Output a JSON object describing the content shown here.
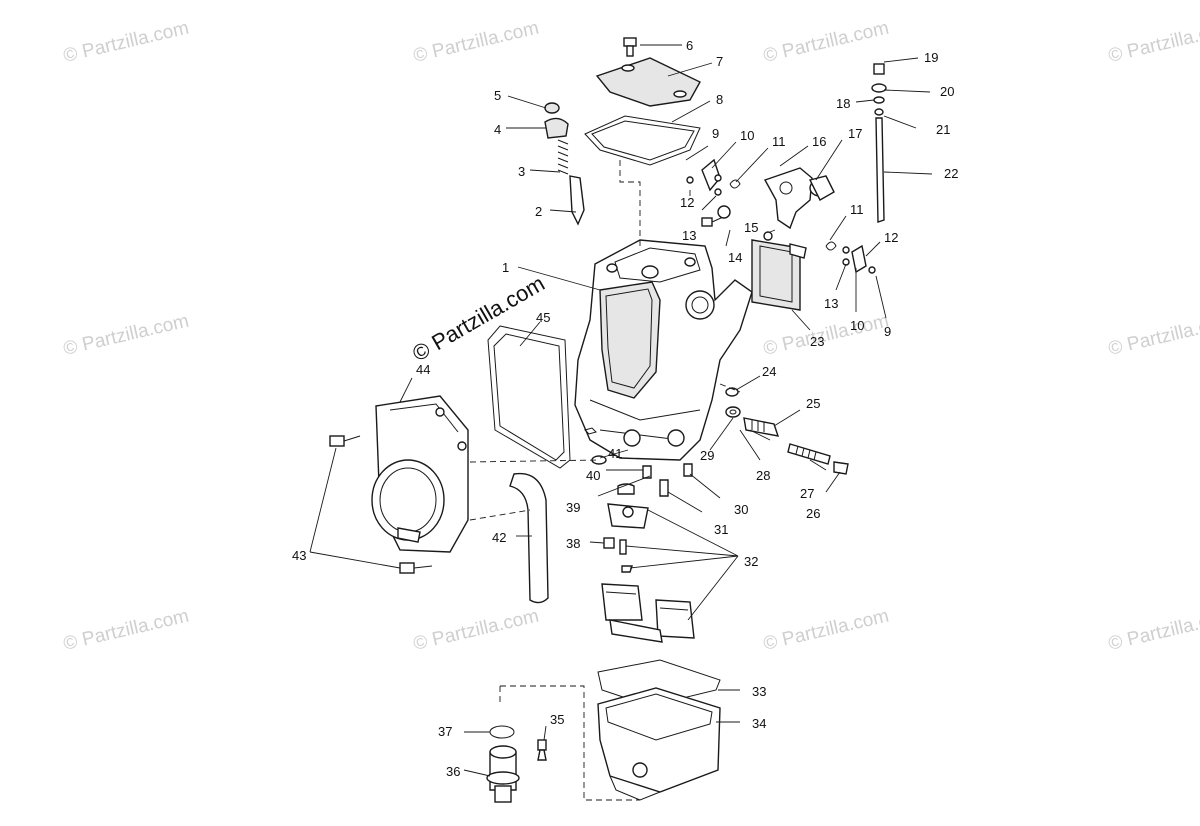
{
  "watermark": {
    "repeat_text": "© Partzilla.com",
    "main_text": "© Partzilla.com"
  },
  "callouts": [
    "1",
    "2",
    "3",
    "4",
    "5",
    "6",
    "7",
    "8",
    "9",
    "10",
    "11",
    "12",
    "13",
    "14",
    "15",
    "16",
    "17",
    "18",
    "19",
    "20",
    "21",
    "22",
    "23",
    "24",
    "25",
    "26",
    "27",
    "28",
    "29",
    "30",
    "31",
    "32",
    "33",
    "34",
    "35",
    "36",
    "37",
    "38",
    "39",
    "40",
    "41",
    "42",
    "43",
    "44",
    "45"
  ],
  "callouts_repeat": [
    "9",
    "10",
    "11",
    "12",
    "13"
  ],
  "colors": {
    "line": "#1a1a1a",
    "watermark": "#cfcfcf",
    "background": "#ffffff"
  }
}
